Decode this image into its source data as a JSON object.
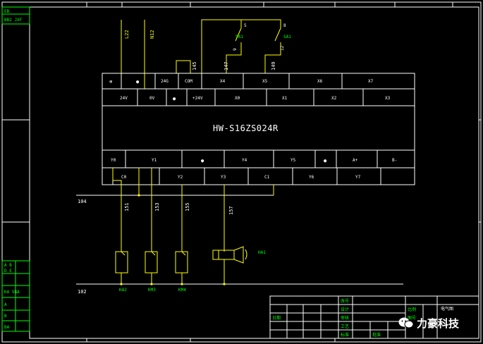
{
  "model": "HW-S16ZS024R",
  "top_left_labels": [
    "EB",
    "BB2 JXF"
  ],
  "top_wires": [
    {
      "label": "L22"
    },
    {
      "label": "N12"
    }
  ],
  "switch_wire_labels": {
    "s1_top": "5",
    "s1_bottom": "9",
    "s1_wire": "147",
    "s2_top": "8",
    "s2_bottom": "12",
    "s2_wire": "149"
  },
  "switches": [
    "SA1",
    "SA1"
  ],
  "top_terminals": [
    "⊕",
    "●",
    "24G",
    "COM",
    "X4",
    "X5",
    "X6",
    "X7"
  ],
  "top_terminals_row2": [
    "24V",
    "0V",
    "●",
    "+24V",
    "X0",
    "X1",
    "X2",
    "X3"
  ],
  "com_wire": "145",
  "bottom_terminals_row1": [
    "Y0",
    "Y1",
    "●",
    "Y4",
    "Y5",
    "●",
    "A+",
    "B-"
  ],
  "bottom_terminals_row2": [
    "C0",
    "Y2",
    "Y3",
    "C1",
    "Y6",
    "Y7"
  ],
  "rail_labels": {
    "top": "104",
    "bottom": "102"
  },
  "output_wires": [
    "151",
    "153",
    "155",
    "157"
  ],
  "coil_labels": [
    "KA2",
    "KM3",
    "KM4"
  ],
  "buzzer_label": "HA1",
  "left_margin_labels": [
    "A B",
    "D E",
    "KA SBA",
    "A",
    "B",
    "BA"
  ],
  "title_block": [
    "改号",
    "设计",
    "审核",
    "工艺",
    "标准",
    "批准",
    "日期",
    "电气图",
    "比例",
    "图号"
  ],
  "watermark": "力豪科技"
}
